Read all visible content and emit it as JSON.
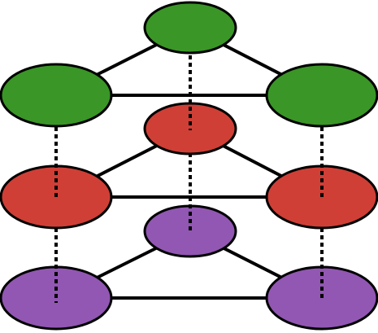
{
  "diagram": {
    "type": "layered-triangle-graph",
    "layer_count": 3,
    "nodes_per_layer": 3,
    "colors": {
      "background": "#ffffff",
      "stroke": "#000000",
      "layer_1": "#3a9626",
      "layer_2": "#cf3f36",
      "layer_3": "#9157b2"
    },
    "layers": [
      {
        "id": "layer-1",
        "color_key": "layer_1",
        "nodes": [
          "top",
          "left",
          "right"
        ]
      },
      {
        "id": "layer-2",
        "color_key": "layer_2",
        "nodes": [
          "top",
          "left",
          "right"
        ]
      },
      {
        "id": "layer-3",
        "color_key": "layer_3",
        "nodes": [
          "top",
          "left",
          "right"
        ]
      }
    ],
    "intra_layer_edges": [
      [
        "top",
        "left"
      ],
      [
        "top",
        "right"
      ],
      [
        "left",
        "right"
      ]
    ],
    "inter_layer_links": [
      {
        "from": "layer-1",
        "to": "layer-2",
        "nodes": [
          "top",
          "left",
          "right"
        ],
        "style": "dotted"
      },
      {
        "from": "layer-2",
        "to": "layer-3",
        "nodes": [
          "top",
          "left",
          "right"
        ],
        "style": "dotted"
      }
    ]
  }
}
